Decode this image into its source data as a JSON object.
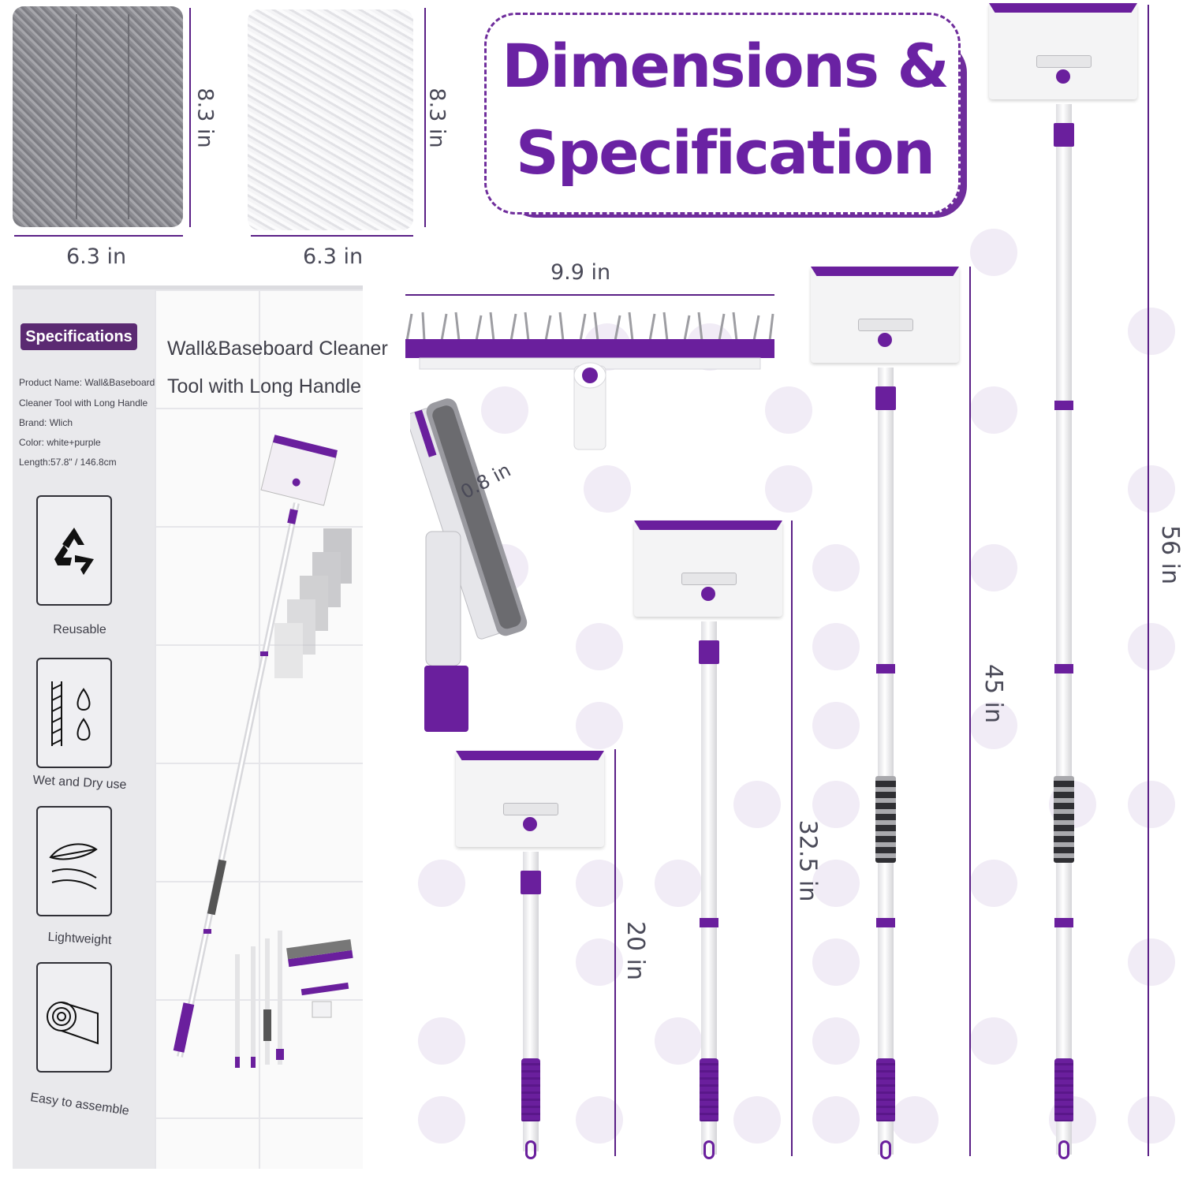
{
  "title": {
    "line1": "Dimensions &",
    "line2": "Specification"
  },
  "dimensions": {
    "pad_grey_height": "8.3 in",
    "pad_grey_width": "6.3 in",
    "pad_white_height": "8.3 in",
    "pad_white_width": "6.3 in",
    "brush_width": "9.9 in",
    "pad_thickness": "0.8 in",
    "pole_1": "20 in",
    "pole_2": "32.5 in",
    "pole_3": "45 in",
    "pole_4": "56 in"
  },
  "box": {
    "badge": "Specifications",
    "specs": [
      "Product Name:  Wall&Baseboard",
      "Cleaner Tool with Long Handle",
      "Brand:  Wlich",
      "Color:  white+purple",
      "Length:57.8\" / 146.8cm"
    ],
    "side_title_line1": "Wall&Baseboard Cleaner",
    "side_title_line2": "Tool with Long Handle",
    "features": [
      {
        "label": "Reusable",
        "icon": "recycle-icon"
      },
      {
        "label": "Wet and Dry use",
        "icon": "wet-dry-icon"
      },
      {
        "label": "Lightweight",
        "icon": "feather-icon"
      },
      {
        "label": "Easy to assemble",
        "icon": "roll-icon"
      }
    ]
  },
  "colors": {
    "accent": "#6a1f9d",
    "dot": "#efe9f4",
    "text": "#4a4a58"
  }
}
